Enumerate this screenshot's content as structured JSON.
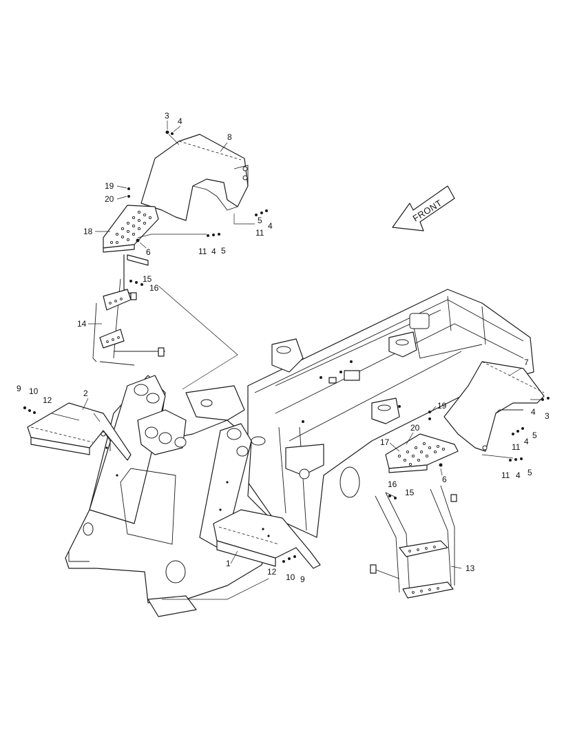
{
  "front_label": "FRONT",
  "callouts": {
    "c1": "1",
    "c2": "2",
    "c3a": "3",
    "c3b": "3",
    "c4a": "4",
    "c4b": "4",
    "c4c": "4",
    "c4d": "4",
    "c4e": "4",
    "c4f": "4",
    "c5a": "5",
    "c5b": "5",
    "c5c": "5",
    "c5d": "5",
    "c6a": "6",
    "c6b": "6",
    "c7": "7",
    "c8": "8",
    "c9a": "9",
    "c9b": "9",
    "c10a": "10",
    "c10b": "10",
    "c11a": "11",
    "c11b": "11",
    "c11c": "11",
    "c11d": "11",
    "c12a": "12",
    "c12b": "12",
    "c13": "13",
    "c14": "14",
    "c15a": "15",
    "c15b": "15",
    "c16a": "16",
    "c16b": "16",
    "c17": "17",
    "c18": "18",
    "c19a": "19",
    "c19b": "19",
    "c20a": "20",
    "c20b": "20"
  }
}
